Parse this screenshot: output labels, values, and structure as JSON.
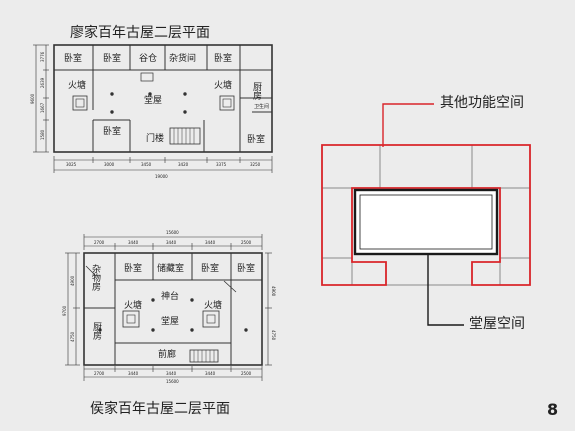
{
  "titles": {
    "plan_top": "廖家百年古屋二层平面",
    "plan_bottom": "侯家百年古屋二层平面"
  },
  "plan_top": {
    "rooms": {
      "r1": "卧室",
      "r2": "卧室",
      "r3": "谷仓",
      "r4": "杂货间",
      "r5": "卧室",
      "r6": "火塘",
      "r7": "火塘",
      "r8": "厨房",
      "r9": "堂屋",
      "r10": "卧室",
      "r11": "门楼",
      "r12": "卧室",
      "r13": "卫生间"
    },
    "dims_bottom": [
      "3025",
      "3000",
      "3450",
      "3420",
      "3375",
      "3250"
    ],
    "dim_total": "19000",
    "dims_left": [
      "3776",
      "2639",
      "1667",
      "1580"
    ],
    "dim_left_total": "9600"
  },
  "plan_bottom": {
    "rooms": {
      "r1": "杂物房",
      "r2": "卧室",
      "r3": "储藏室",
      "r4": "卧室",
      "r5": "卧室",
      "r6": "神台",
      "r7": "火塘",
      "r8": "火塘",
      "r9": "厨房",
      "r10": "堂屋",
      "r11": "前廊"
    },
    "dims_top": [
      "2700",
      "3440",
      "3440",
      "3440",
      "2500"
    ],
    "dim_top_total": "15600",
    "dims_bottom": [
      "2700",
      "3440",
      "3440",
      "3440",
      "2500"
    ],
    "dim_bottom_total": "15600",
    "dims_left": [
      "4900",
      "4750"
    ],
    "dim_left_total": "9700",
    "dims_right": [
      "4900",
      "4750"
    ]
  },
  "callouts": {
    "other": "其他功能空间",
    "hall": "堂屋空间"
  },
  "page_number": "8",
  "colors": {
    "red": "#d9252a",
    "dark": "#1a1a1a",
    "grid": "#8a8a8a",
    "background": "#ececec"
  }
}
